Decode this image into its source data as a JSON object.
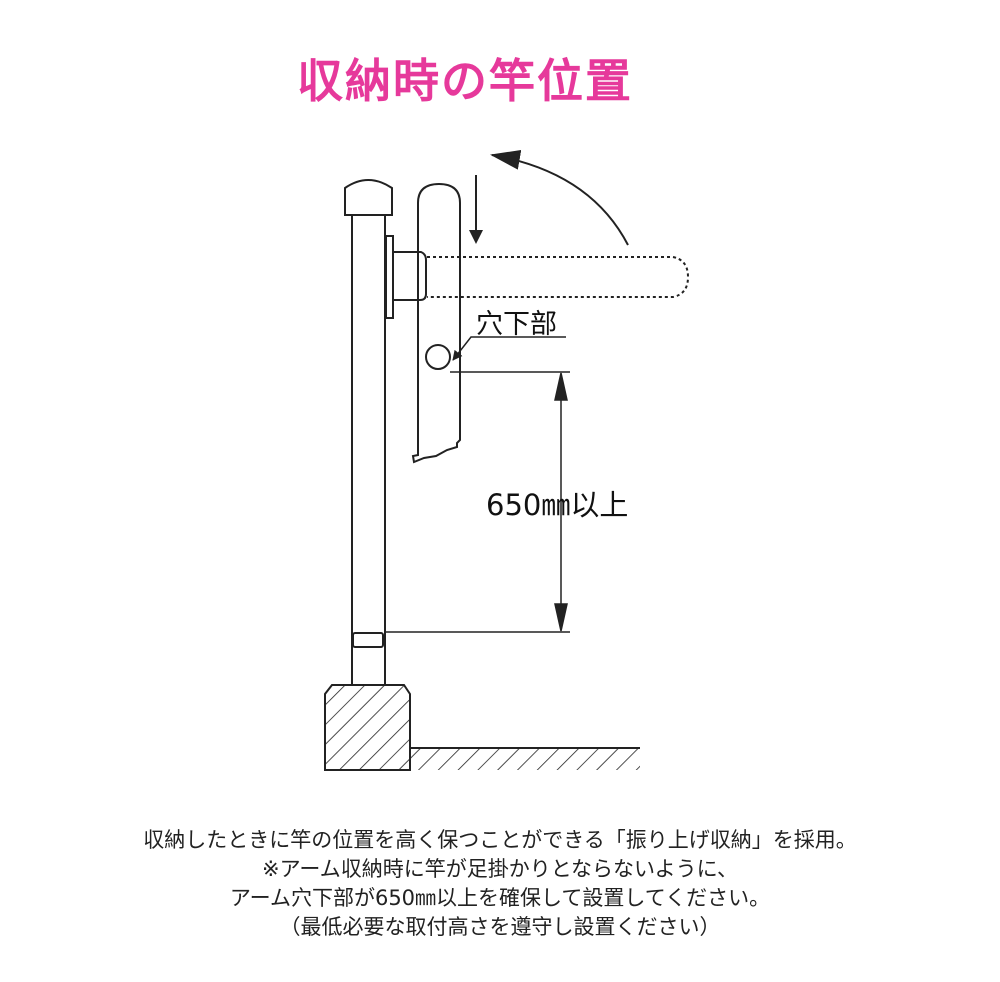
{
  "title": "収納時の竿位置",
  "labels": {
    "hole_bottom": "穴下部",
    "dimension": "650㎜以上"
  },
  "caption": [
    "収納したときに竿の位置を高く保つことができる「振り上げ収納」を採用。",
    "※アーム収納時に竿が足掛かりとならないように、",
    "アーム穴下部が650㎜以上を確保して設置してください。",
    "（最低必要な取付高さを遵守し設置ください）"
  ],
  "colors": {
    "title": "#e6399b",
    "line": "#222222"
  }
}
